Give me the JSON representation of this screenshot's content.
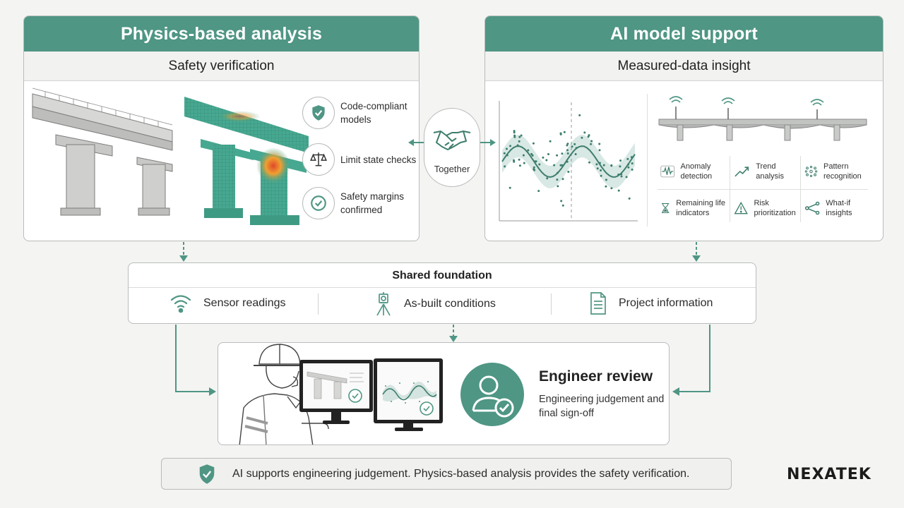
{
  "physics": {
    "title": "Physics-based analysis",
    "subtitle": "Safety verification",
    "checks": [
      {
        "icon": "shield-check-icon",
        "label": "Code-compliant models"
      },
      {
        "icon": "scales-icon",
        "label": "Limit state checks"
      },
      {
        "icon": "check-circle-icon",
        "label": "Safety margins confirmed"
      }
    ]
  },
  "ai": {
    "title": "AI model support",
    "subtitle": "Measured-data insight",
    "features": [
      {
        "icon": "waveform-icon",
        "label": "Anomaly detection"
      },
      {
        "icon": "trend-icon",
        "label": "Trend analysis"
      },
      {
        "icon": "pattern-icon",
        "label": "Pattern recognition"
      },
      {
        "icon": "hourglass-icon",
        "label": "Remaining life indicators"
      },
      {
        "icon": "warning-icon",
        "label": "Risk prioritization"
      },
      {
        "icon": "branch-icon",
        "label": "What-if insights"
      }
    ]
  },
  "together": {
    "icon": "handshake-icon",
    "label": "Together"
  },
  "foundation": {
    "title": "Shared foundation",
    "items": [
      {
        "icon": "wifi-icon",
        "label": "Sensor readings"
      },
      {
        "icon": "survey-instrument-icon",
        "label": "As-built conditions"
      },
      {
        "icon": "document-icon",
        "label": "Project information"
      }
    ]
  },
  "engineer": {
    "title": "Engineer review",
    "description": "Engineering judgement and final sign-off"
  },
  "footer": {
    "message": "AI supports engineering judgement. Physics-based analysis provides the safety verification."
  },
  "brand": {
    "logo_text": "NEXATEK"
  },
  "colors": {
    "accent": "#4f9684",
    "accent_dark": "#3d7d6c",
    "border": "#b9bdbb",
    "stress_hot": "#e0482b"
  }
}
